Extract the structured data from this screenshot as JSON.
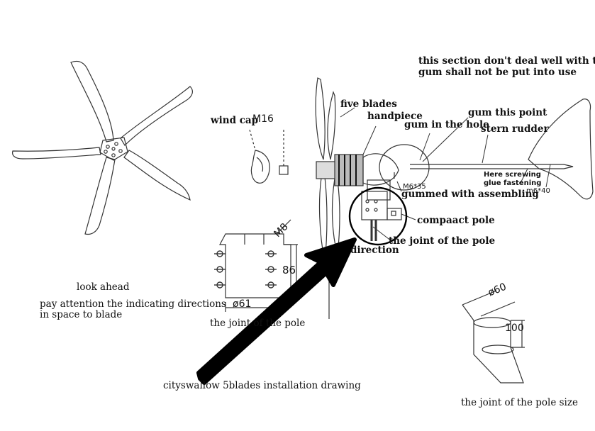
{
  "labels": {
    "warning_line1": "this section don't deal well with the",
    "warning_line2": "gum shall not be put into use",
    "five_blades": "five blades",
    "handpiece": "handpiece",
    "gum_this_point": "gum this point",
    "gum_in_the_hole": "gum in the hole",
    "stern_rudder": "stern rudder",
    "wind_cap": "wind cap",
    "m16": "M16",
    "here_screwing_line1": "Here screwing",
    "here_screwing_line2": "glue fastening",
    "m6_35": "M6*35",
    "gummed_with_assembling": "gummed with assembling",
    "m6_40": "m6*40",
    "compact_pole": "compaact pole",
    "joint_of_the_pole_top": "the joint of the pole",
    "direction": "direction",
    "m8": "M8",
    "dim_86": "86",
    "dim_61": "ø61",
    "look_ahead": "look ahead",
    "pay_attention_line1": "pay attention the indicating directions",
    "pay_attention_line2": "in space to blade",
    "joint_of_the_pole_bottom": "the joint of the pole",
    "dim_60": "ø60",
    "dim_100": "100",
    "caption": "cityswallow  5blades  installation drawing",
    "joint_of_the_pole_size": "the joint of the pole size"
  },
  "colors": {
    "line": "#222222",
    "arrow": "#000000",
    "background": "#ffffff"
  }
}
